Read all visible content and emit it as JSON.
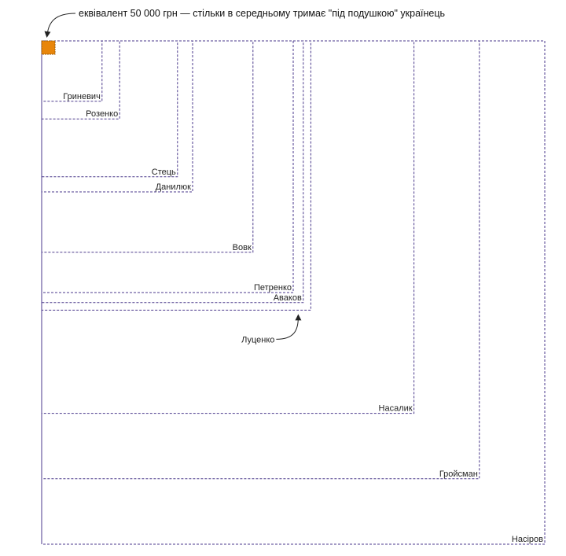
{
  "chart_data": {
    "type": "nested-squares",
    "title": "еквівалент 50 000 грн — стільки в середньому тримає \"під подушкою\" українець",
    "colors": {
      "outline": "#4b3a8c",
      "reference": "#e8860b",
      "reference_border": "#9a5a06",
      "text": "#222222"
    },
    "reference": {
      "label": "еквівалент 50 000 грн — стільки в середньому тримає \"під подушкою\" українець",
      "value": 50000
    },
    "items": [
      {
        "name": "Гриневич",
        "relative_side": 0.12
      },
      {
        "name": "Розенко",
        "relative_side": 0.155
      },
      {
        "name": "Стець",
        "relative_side": 0.27
      },
      {
        "name": "Данилюк",
        "relative_side": 0.3
      },
      {
        "name": "Вовк",
        "relative_side": 0.42
      },
      {
        "name": "Петренко",
        "relative_side": 0.5
      },
      {
        "name": "Аваков",
        "relative_side": 0.52
      },
      {
        "name": "Луценко",
        "relative_side": 0.535
      },
      {
        "name": "Насалик",
        "relative_side": 0.74
      },
      {
        "name": "Гройсман",
        "relative_side": 0.87
      },
      {
        "name": "Насіров",
        "relative_side": 1.0
      }
    ]
  }
}
